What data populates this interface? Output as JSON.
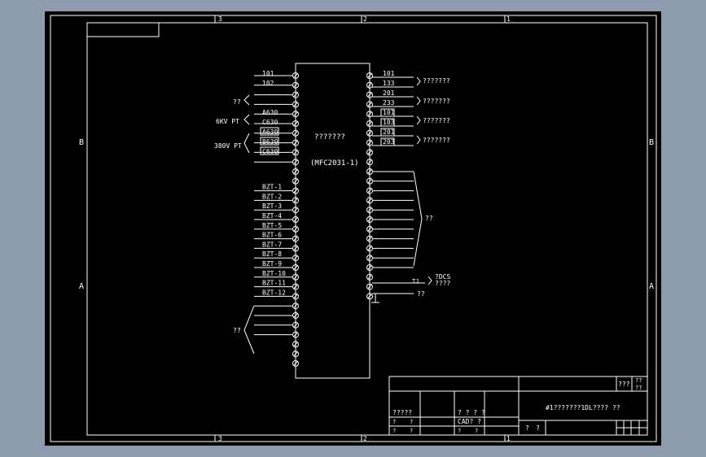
{
  "zones_top": [
    "3",
    "2",
    "1"
  ],
  "zones_bottom": [
    "3",
    "2",
    "1"
  ],
  "rows_left": [
    "B",
    "A"
  ],
  "rows_right": [
    "B",
    "A"
  ],
  "device": {
    "title": "???????",
    "model": "(MFC2031-1)"
  },
  "left_top_labels": [
    "101",
    "102"
  ],
  "left_top_group": "??",
  "left_6kv_labels": [
    "A630",
    "C630"
  ],
  "left_6kv_group": "6KV PT",
  "left_380_labels": [
    "A630",
    "B630",
    "C630"
  ],
  "left_380_group": "380V PT",
  "bzt_labels": [
    "BZT-1",
    "BZT-2",
    "BZT-3",
    "BZT-4",
    "BZT-5",
    "BZT-6",
    "BZT-7",
    "BZT-8",
    "BZT-9",
    "BZT-10",
    "BZT-11",
    "BZT-12"
  ],
  "left_bottom_group": "??",
  "right_labels": [
    "101",
    "133",
    "201",
    "233",
    "101",
    "103",
    "201",
    "203"
  ],
  "right_groups": [
    "???????",
    "???????",
    "???????",
    "???????"
  ],
  "right_mid_group": "??",
  "dcs_terminal": "TJ",
  "dcs_label": [
    "?DCS",
    "????"
  ],
  "ground_label": "??",
  "title_block": {
    "top_right_a": "???",
    "top_right_b": [
      "??",
      "??"
    ],
    "left_label": "?????",
    "mid_label": "? ? ? ?",
    "cad_label": "CAD? ?",
    "row_cells": [
      "?",
      "?",
      "?",
      "?"
    ],
    "title": "#1???????1DL???? ??",
    "scale_cells": [
      "?",
      "?"
    ]
  }
}
